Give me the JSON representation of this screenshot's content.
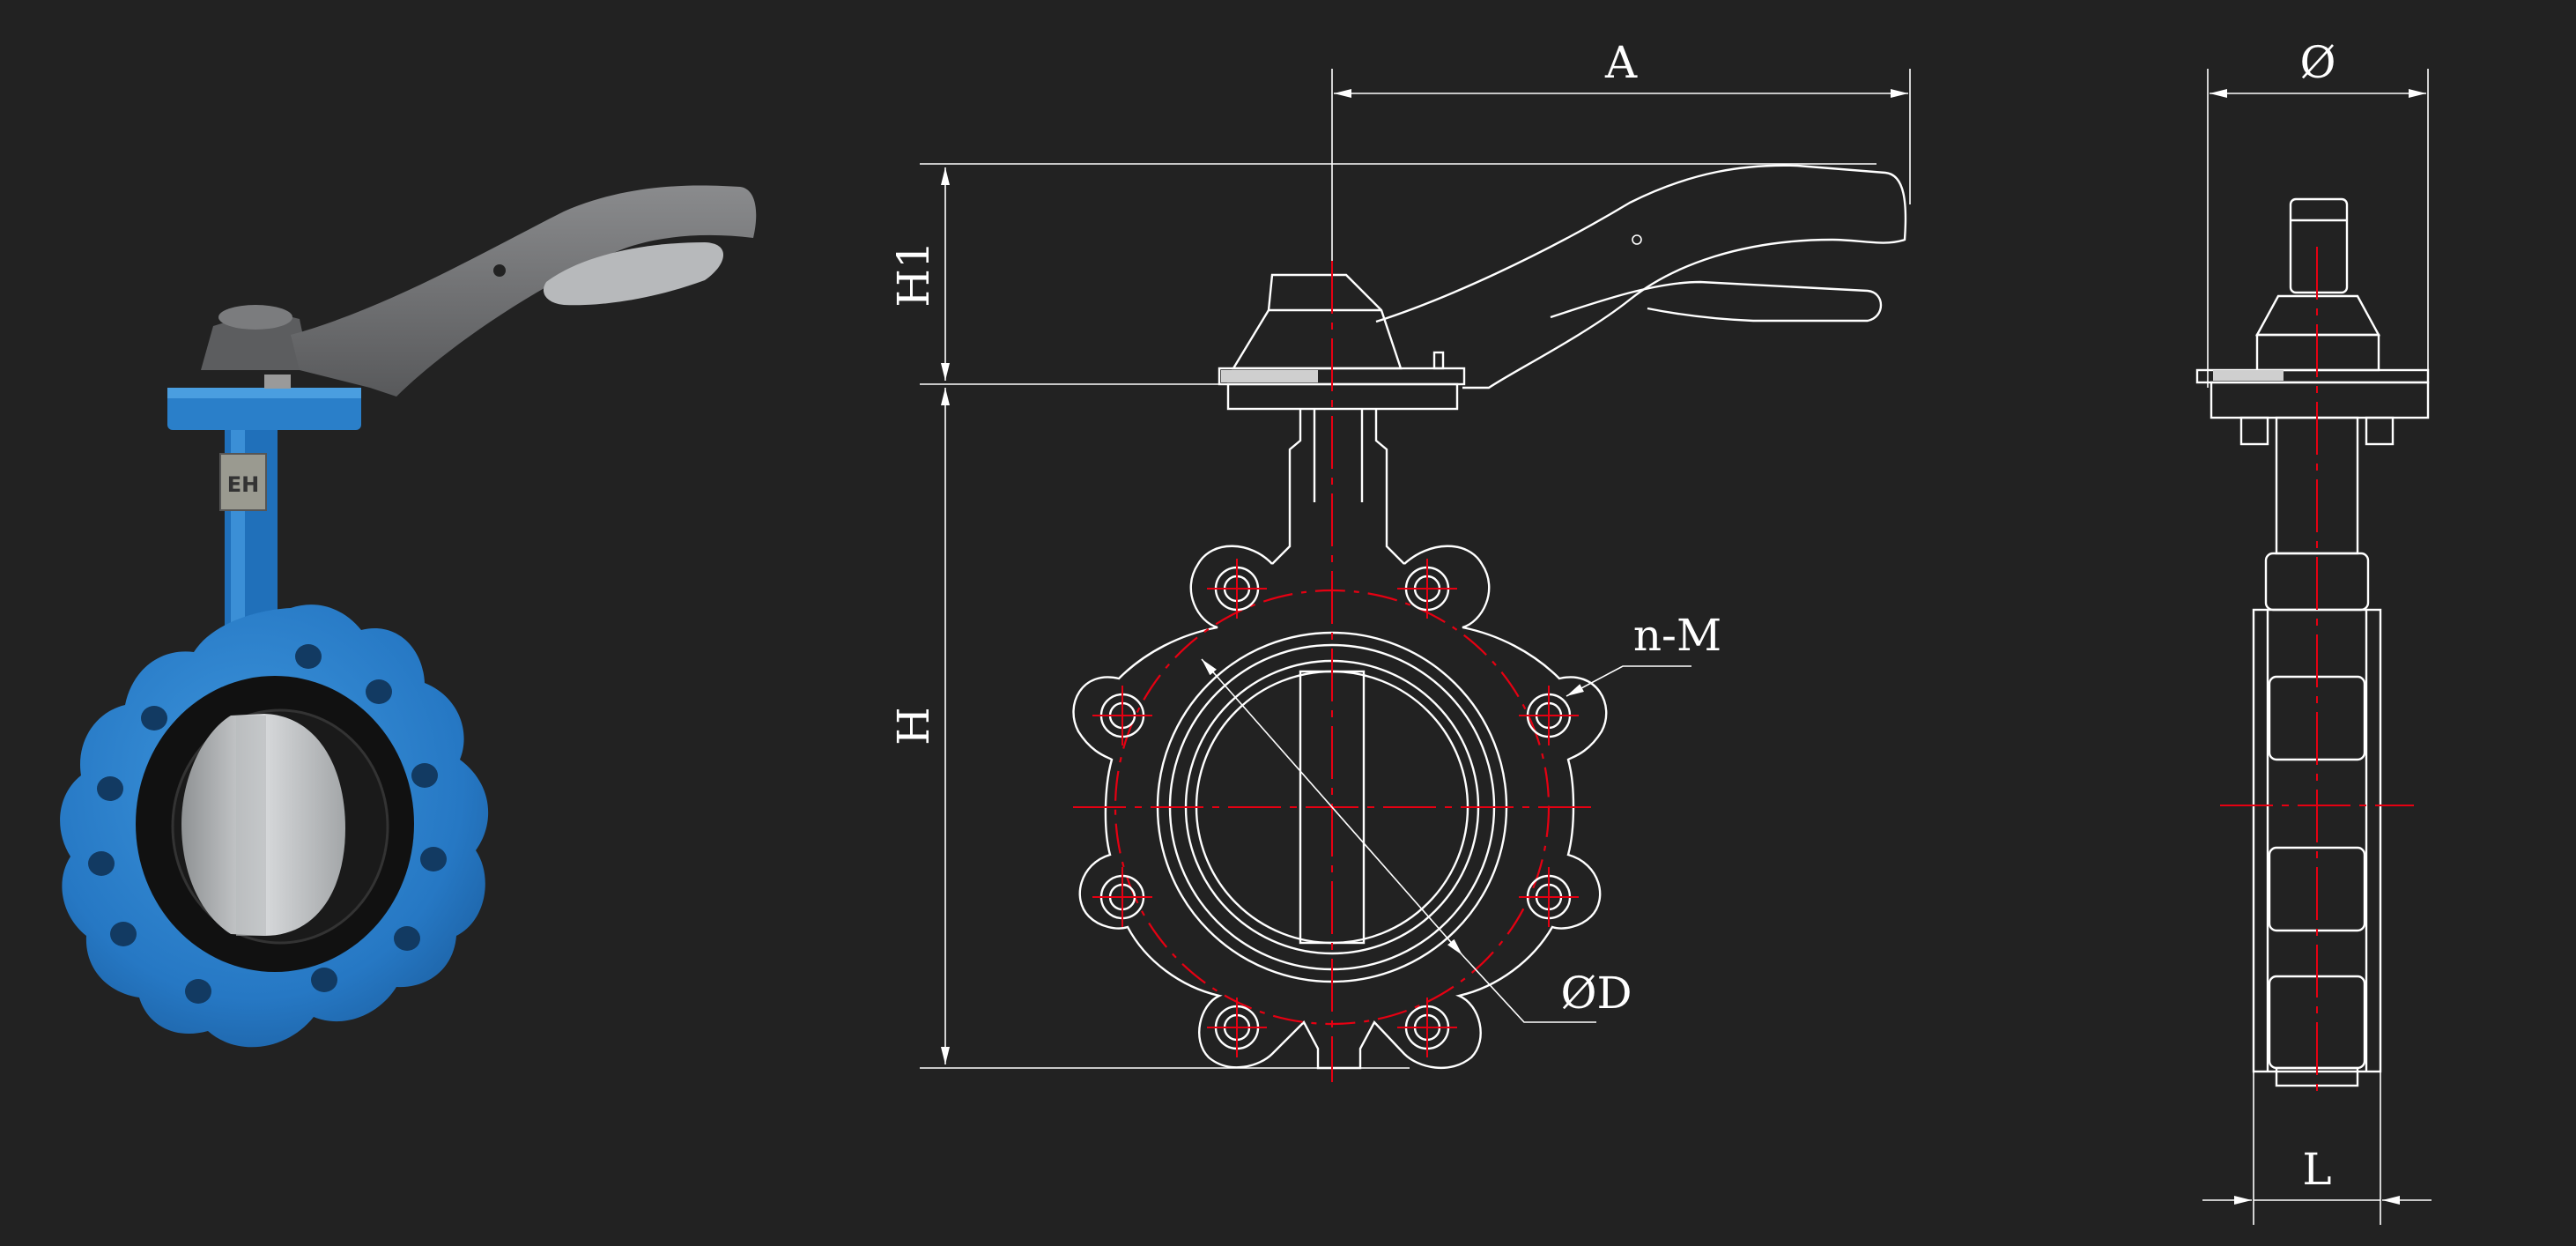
{
  "labels": {
    "A": "A",
    "phi": "Ø",
    "H1": "H1",
    "H": "H",
    "nM": "n-M",
    "phiD": "ØD",
    "L": "L"
  },
  "plate_text": "EH",
  "colors": {
    "background": "#222222",
    "line": "#ffffff",
    "centerline": "#e60012",
    "valve_body": "#2a7fc9",
    "handle": "#6e6f71",
    "disc": "#c9ccce"
  },
  "icons": {
    "photo": "lug-butterfly-valve-photo",
    "front_view": "valve-front-elevation-drawing",
    "side_view": "valve-side-elevation-drawing"
  }
}
